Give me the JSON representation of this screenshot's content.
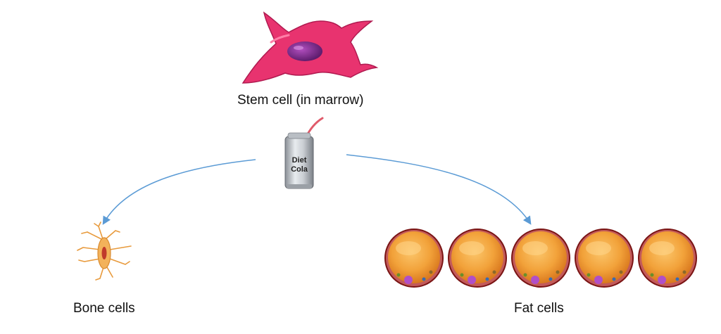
{
  "labels": {
    "stem_cell": "Stem cell (in marrow)",
    "bone_cells": "Bone cells",
    "fat_cells": "Fat cells"
  },
  "can": {
    "line1": "Diet",
    "line2": "Cola"
  },
  "colors": {
    "stem_cell": "#e8336f",
    "nucleus": "#7a2a8c",
    "arrow": "#5b9bd5",
    "fat_cell": "#f2a23a",
    "fat_membrane": "#8a1a1a",
    "bone_cell": "#e89a3c"
  },
  "fat_cell_count": 5
}
